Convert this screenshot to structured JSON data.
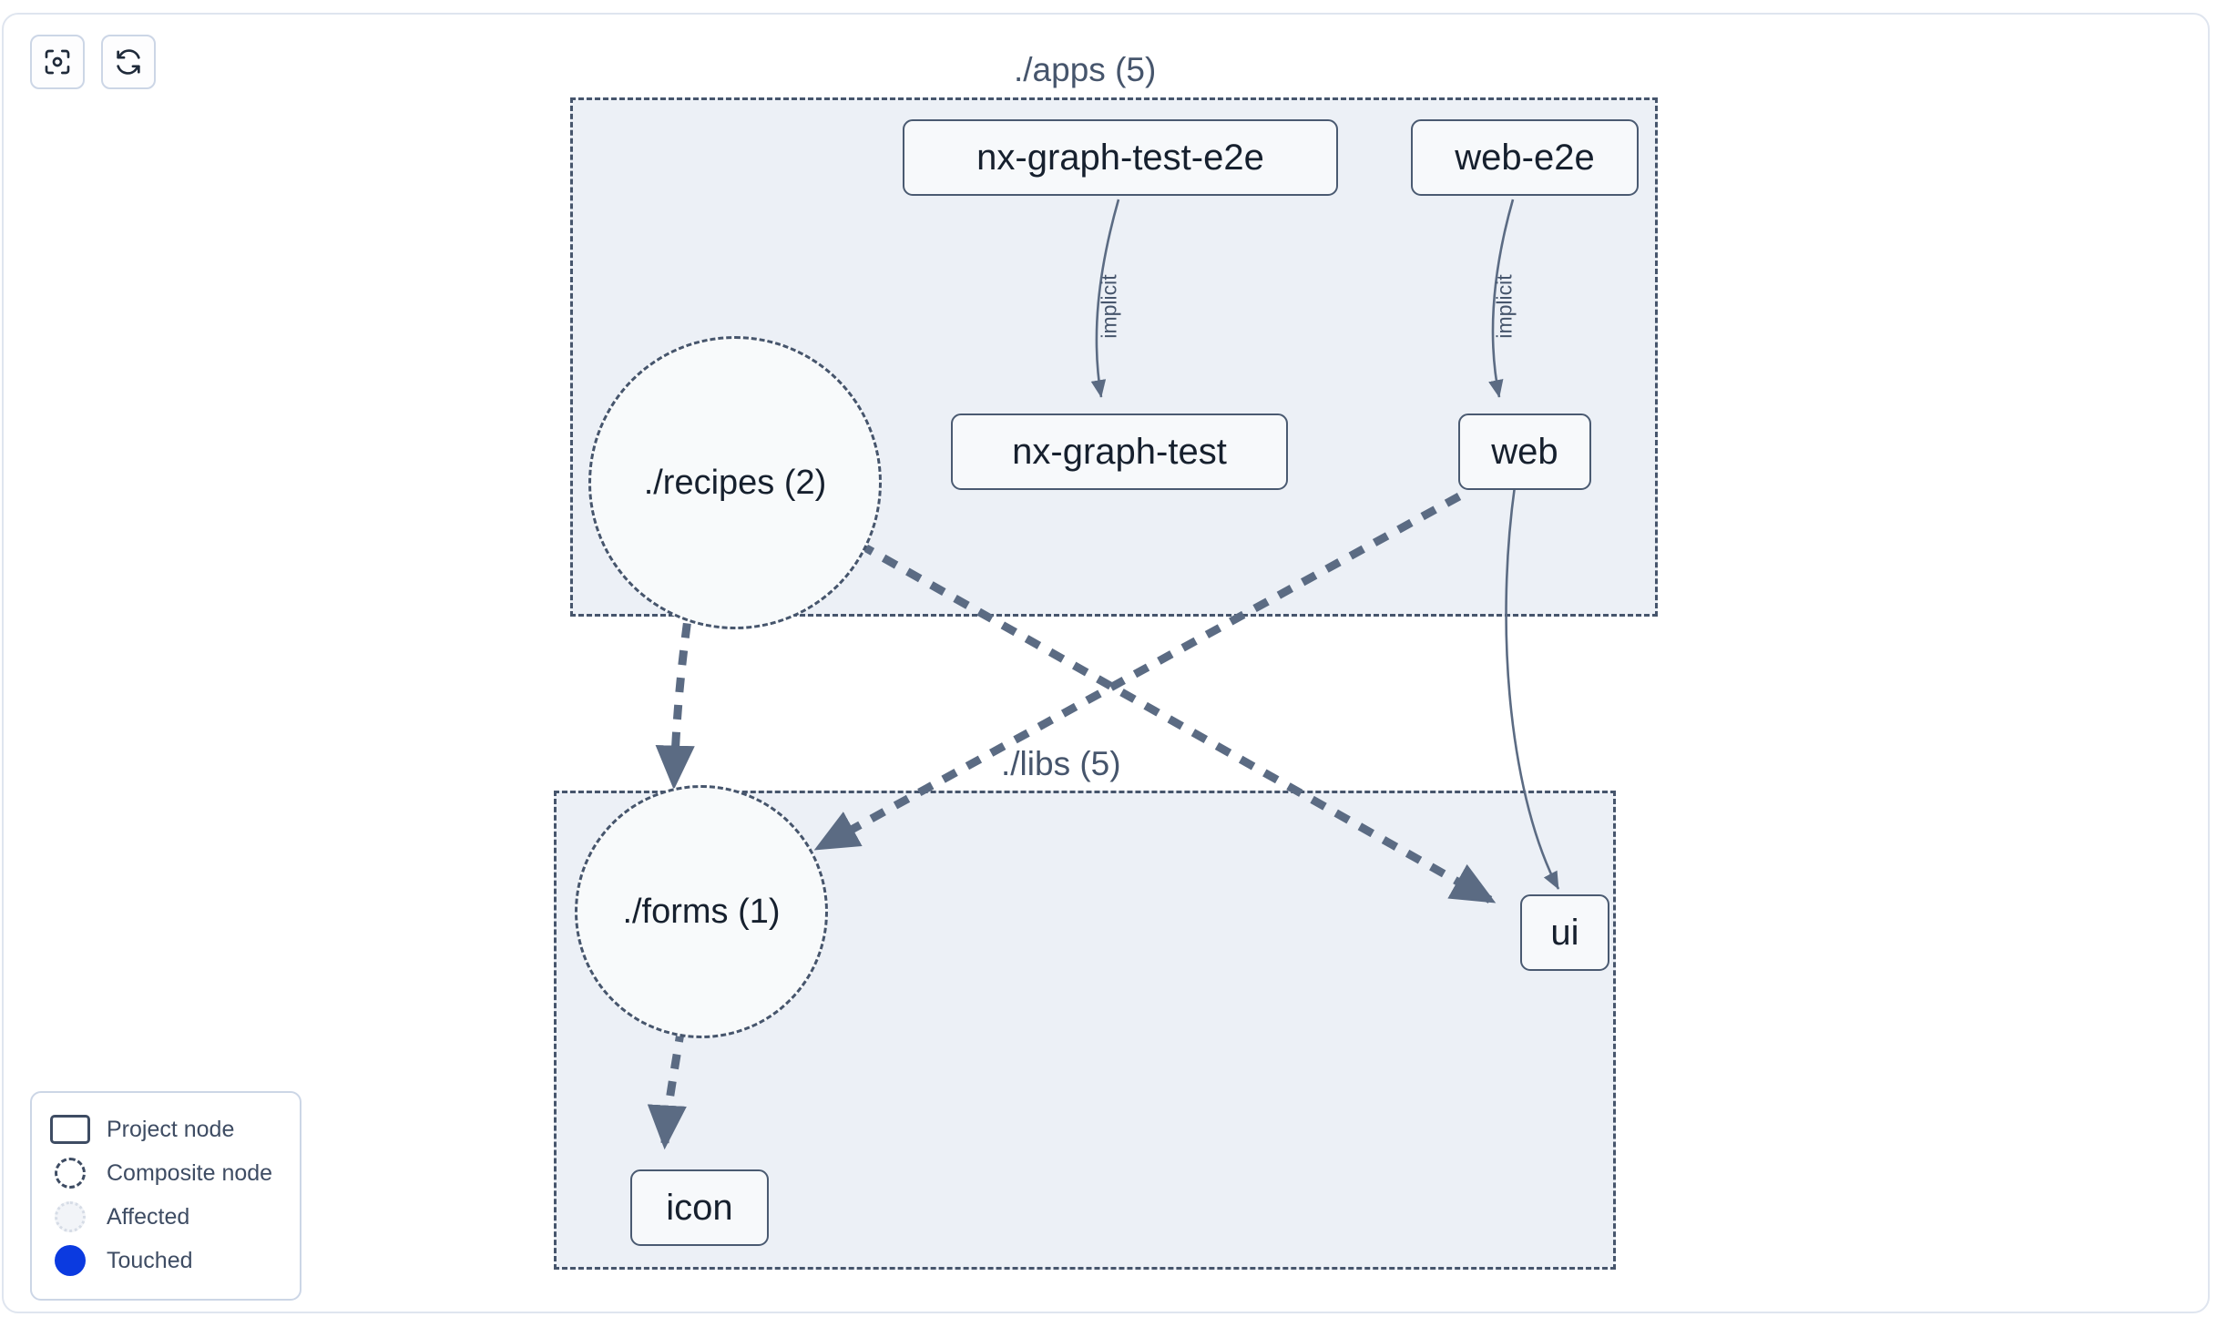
{
  "toolbar": {
    "buttons": [
      {
        "name": "focus-graph-button",
        "icon": "focus-target-icon",
        "label": ""
      },
      {
        "name": "refresh-graph-button",
        "icon": "refresh-icon",
        "label": ""
      }
    ]
  },
  "graph": {
    "groups": [
      {
        "id": "apps",
        "label": "./apps (5)"
      },
      {
        "id": "libs",
        "label": "./libs (5)"
      }
    ],
    "nodes": [
      {
        "id": "nx-graph-test-e2e",
        "label": "nx-graph-test-e2e",
        "type": "project",
        "group": "apps"
      },
      {
        "id": "web-e2e",
        "label": "web-e2e",
        "type": "project",
        "group": "apps"
      },
      {
        "id": "nx-graph-test",
        "label": "nx-graph-test",
        "type": "project",
        "group": "apps"
      },
      {
        "id": "web",
        "label": "web",
        "type": "project",
        "group": "apps"
      },
      {
        "id": "recipes",
        "label": "./recipes (2)",
        "type": "composite",
        "group": "apps"
      },
      {
        "id": "forms",
        "label": "./forms (1)",
        "type": "composite",
        "group": "libs"
      },
      {
        "id": "icon",
        "label": "icon",
        "type": "project",
        "group": "libs"
      },
      {
        "id": "ui",
        "label": "ui",
        "type": "project",
        "group": "libs"
      }
    ],
    "edges": [
      {
        "from": "nx-graph-test-e2e",
        "to": "nx-graph-test",
        "label": "implicit",
        "style": "solid"
      },
      {
        "from": "web-e2e",
        "to": "web",
        "label": "implicit",
        "style": "solid"
      },
      {
        "from": "web",
        "to": "ui",
        "label": "",
        "style": "solid"
      },
      {
        "from": "recipes",
        "to": "forms",
        "label": "",
        "style": "dashed"
      },
      {
        "from": "recipes",
        "to": "ui",
        "label": "",
        "style": "dashed"
      },
      {
        "from": "web",
        "to": "forms",
        "label": "",
        "style": "dashed"
      },
      {
        "from": "forms",
        "to": "icon",
        "label": "",
        "style": "dashed"
      }
    ]
  },
  "legend": {
    "items": [
      {
        "swatch": "project-node-swatch",
        "label": "Project node"
      },
      {
        "swatch": "composite-node-swatch",
        "label": "Composite node"
      },
      {
        "swatch": "affected-swatch",
        "label": "Affected"
      },
      {
        "swatch": "touched-swatch",
        "label": "Touched"
      }
    ]
  },
  "colors": {
    "group_border": "#46556c",
    "group_fill": "#ecf0f6",
    "node_border": "#4a5a71",
    "node_fill": "#f7f9fb",
    "node_text": "#16202e",
    "edge": "#5b6b83",
    "touched": "#0b3ae0"
  }
}
